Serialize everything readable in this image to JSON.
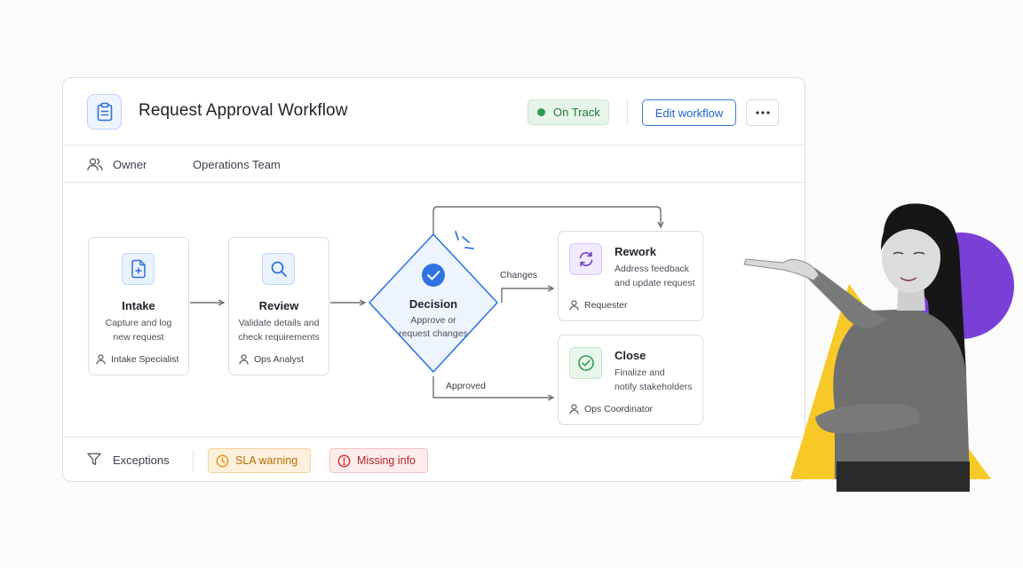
{
  "header": {
    "title": "Request Approval Workflow",
    "status": "On Track",
    "edit_label": "Edit workflow"
  },
  "owner": {
    "label": "Owner",
    "value": "Operations Team"
  },
  "nodes": {
    "intake": {
      "title": "Intake",
      "desc1": "Capture and log",
      "desc2": "new request",
      "role": "Intake Specialist"
    },
    "review": {
      "title": "Review",
      "desc1": "Validate details and",
      "desc2": "check requirements",
      "role": "Ops Analyst"
    },
    "decision": {
      "title": "Decision",
      "desc1": "Approve or",
      "desc2": "request changes"
    },
    "rework": {
      "title": "Rework",
      "desc1": "Address feedback",
      "desc2": "and update request",
      "role": "Requester"
    },
    "close": {
      "title": "Close",
      "desc1": "Finalize and",
      "desc2": "notify stakeholders",
      "role": "Ops Coordinator"
    }
  },
  "edges": {
    "changes": "Changes",
    "approved": "Approved"
  },
  "footer": {
    "label": "Exceptions",
    "chips": [
      "SLA warning",
      "Missing info"
    ]
  },
  "colors": {
    "accent": "#3b7de0",
    "success": "#2f9e52",
    "warning": "#e8920f",
    "danger": "#d93030",
    "illustration_purple": "#7a3fd6",
    "illustration_yellow": "#f6c928"
  },
  "icons": {
    "app": "clipboard-icon",
    "intake": "file-plus-icon",
    "review": "search-icon",
    "decision": "check-circle-icon",
    "rework": "refresh-icon",
    "close": "check-circle-icon",
    "owner": "users-icon",
    "exceptions": "filter-icon",
    "sla": "clock-icon",
    "missing": "alert-circle-icon",
    "more": "more-horizontal-icon"
  }
}
